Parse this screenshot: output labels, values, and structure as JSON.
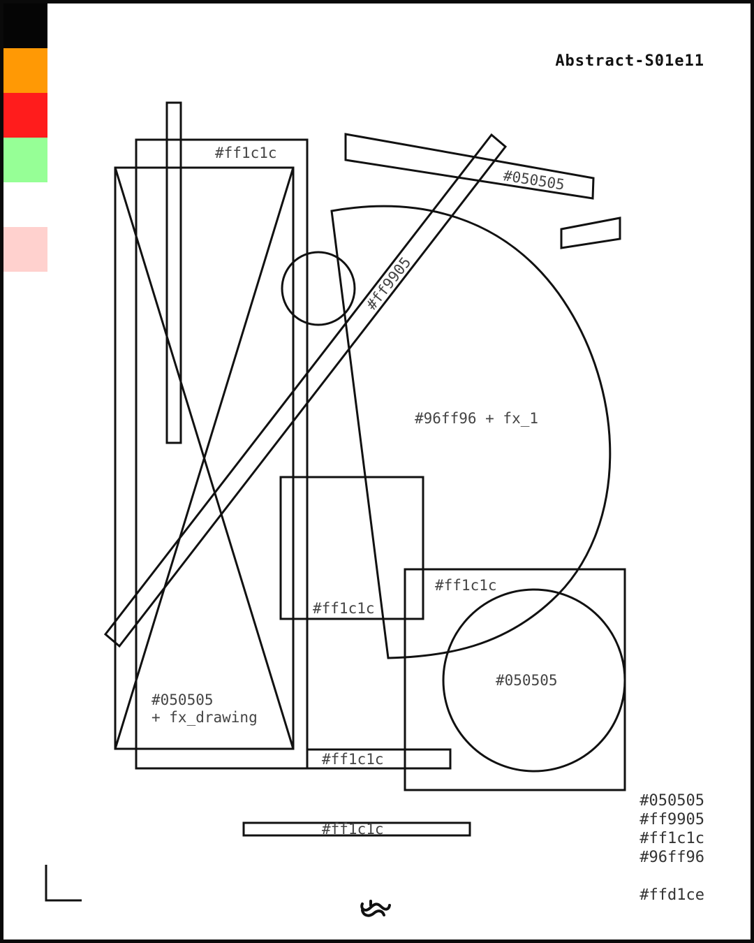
{
  "title": "Abstract-S01e11",
  "swatches": [
    {
      "name": "black",
      "color": "#050505"
    },
    {
      "name": "orange",
      "color": "#ff9905"
    },
    {
      "name": "red",
      "color": "#ff1c1c"
    },
    {
      "name": "green",
      "color": "#96ff96"
    },
    {
      "name": "white",
      "color": "#ffffff"
    },
    {
      "name": "pink",
      "color": "#ffd1ce"
    }
  ],
  "labels": {
    "tall_rect_top": "#ff1c1c",
    "slanted_bar": "#050505",
    "diagonal_bar": "#ff9905",
    "half_circle": "#96ff96 + fx_1",
    "small_square": "#ff1c1c",
    "big_square": "#ff1c1c",
    "circle": "#050505",
    "tall_rect_line1": "#050505",
    "tall_rect_line2": "+ fx_drawing",
    "lower_bar": "#ff1c1c",
    "bottom_bar": "#ff1c1c"
  },
  "palette": [
    "#050505",
    "#ff9905",
    "#ff1c1c",
    "#96ff96"
  ],
  "palette_extra": "#ffd1ce",
  "stroke_color": "#111111"
}
